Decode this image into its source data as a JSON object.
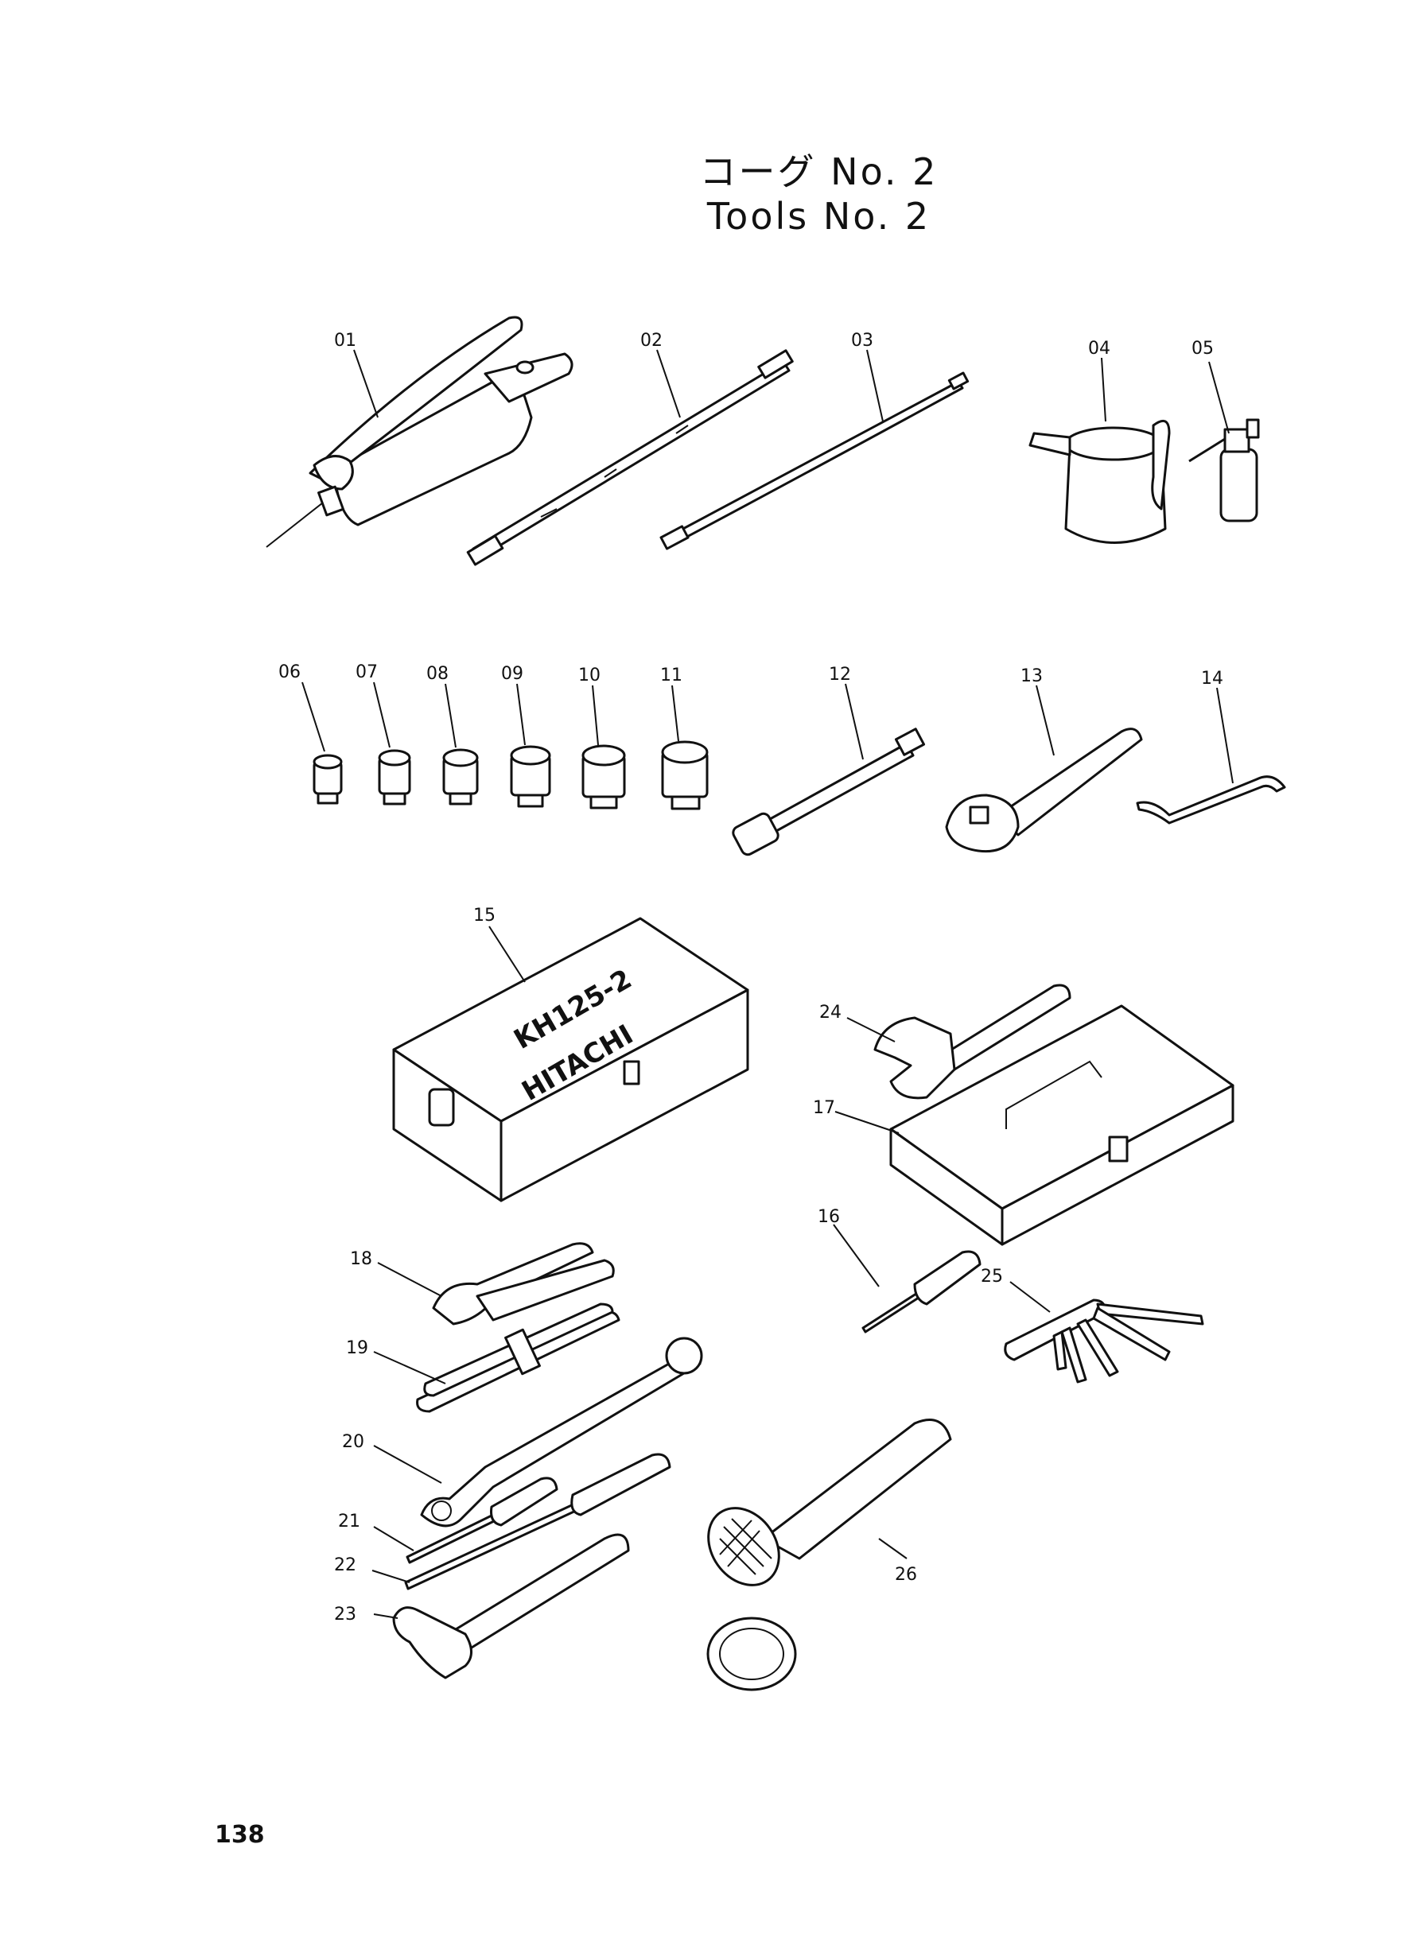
{
  "header": {
    "title_jp": "コーグ No. 2",
    "title_en": "Tools No. 2"
  },
  "page_number": "138",
  "toolbox_markings": [
    "KH125-2",
    "HITACHI"
  ],
  "parts": [
    {
      "label": "01",
      "icon": "grease-gun-icon"
    },
    {
      "label": "02",
      "icon": "grease-hose-icon"
    },
    {
      "label": "03",
      "icon": "extension-rod-icon"
    },
    {
      "label": "04",
      "icon": "oil-pitcher-icon"
    },
    {
      "label": "05",
      "icon": "oiler-can-icon"
    },
    {
      "label": "06",
      "icon": "socket-icon"
    },
    {
      "label": "07",
      "icon": "socket-icon"
    },
    {
      "label": "08",
      "icon": "socket-icon"
    },
    {
      "label": "09",
      "icon": "socket-icon"
    },
    {
      "label": "10",
      "icon": "socket-icon"
    },
    {
      "label": "11",
      "icon": "socket-icon"
    },
    {
      "label": "12",
      "icon": "socket-extension-bar-icon"
    },
    {
      "label": "13",
      "icon": "ratchet-handle-icon"
    },
    {
      "label": "14",
      "icon": "hex-key-icon"
    },
    {
      "label": "15",
      "icon": "tool-box-large-icon"
    },
    {
      "label": "16",
      "icon": "screwdriver-icon"
    },
    {
      "label": "17",
      "icon": "tool-box-small-icon"
    },
    {
      "label": "18",
      "icon": "pliers-icon"
    },
    {
      "label": "19",
      "icon": "wrench-set-icon"
    },
    {
      "label": "20",
      "icon": "offset-box-wrench-icon"
    },
    {
      "label": "21",
      "icon": "screwdriver-icon"
    },
    {
      "label": "22",
      "icon": "screwdriver-icon"
    },
    {
      "label": "23",
      "icon": "hammer-icon"
    },
    {
      "label": "24",
      "icon": "adjustable-wrench-icon"
    },
    {
      "label": "25",
      "icon": "feeler-gauge-icon"
    },
    {
      "label": "26",
      "icon": "flashlight-icon"
    }
  ]
}
